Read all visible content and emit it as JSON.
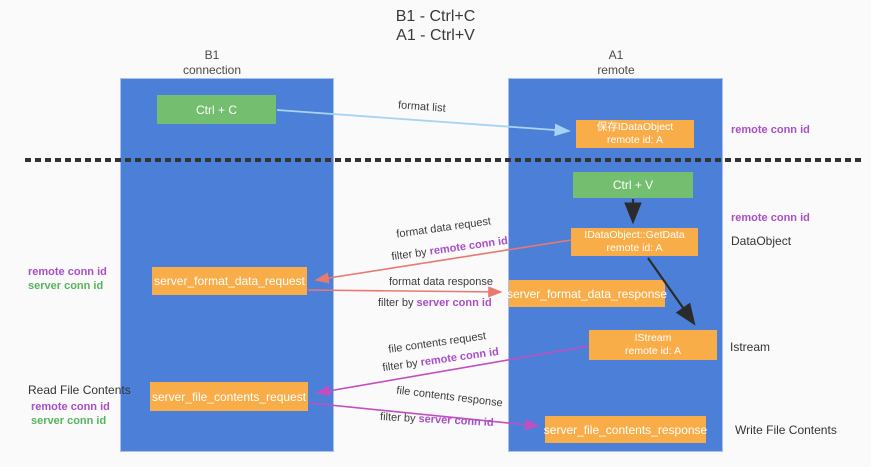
{
  "title": {
    "line1": "B1 - Ctrl+C",
    "line2": "A1 - Ctrl+V"
  },
  "lanes": {
    "left": {
      "name": "B1",
      "role": "connection"
    },
    "right": {
      "name": "A1",
      "role": "remote"
    }
  },
  "nodes": {
    "ctrl_c": "Ctrl + C",
    "ctrl_v": "Ctrl + V",
    "save_idataobject": {
      "line1": "保存IDataObject",
      "line2": "remote id: A"
    },
    "getdata": {
      "line1": "IDataObject::GetData",
      "line2": "remote id: A"
    },
    "istream_node": {
      "line1": "IStream",
      "line2": "remote id: A"
    },
    "format_request": "server_format_data_request",
    "format_response": "server_format_data_response",
    "file_request": "server_file_contents_request",
    "file_response": "server_file_contents_response"
  },
  "arrows": {
    "format_list": "format list",
    "format_data_request": "format data request",
    "format_data_response": "format data response",
    "file_contents_request": "file contents request",
    "file_contents_response": "file contents response"
  },
  "labels": {
    "filter_by": "filter by",
    "remote_conn_id": "remote conn id",
    "server_conn_id": "server conn id"
  },
  "annotations": {
    "remote_conn_id_top": "remote conn id",
    "remote_conn_id_mid": "remote conn id",
    "dataobject": "DataObject",
    "istream": "Istream",
    "read_file_contents": "Read File Contents",
    "write_file_contents": "Write File Contents"
  },
  "colors": {
    "lane_blue": "#4c80d8",
    "node_green": "#74be6f",
    "node_orange": "#f9ad49",
    "purple_id": "#a84fc7",
    "green_id": "#56b45c",
    "arrow_salmon": "#e8796e",
    "arrow_magenta": "#c24ec2",
    "arrow_lightblue": "#a6d3f3",
    "arrow_black": "#2b2b2b",
    "background": "#fafafa"
  }
}
